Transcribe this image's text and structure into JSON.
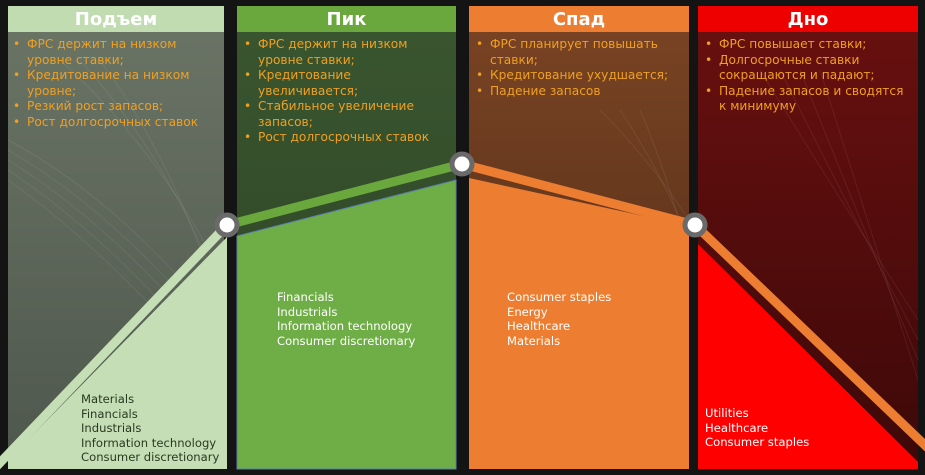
{
  "phases": [
    {
      "title": "Подъем",
      "bullets": [
        "ФРС держит на низком уровне ставки;",
        "Кредитование на низком уровне;",
        "Резкий рост запасов;",
        "Рост долгосрочных ставок"
      ],
      "sectors": [
        "Materials",
        "Financials",
        "Industrials",
        "Information technology",
        "Consumer discretionary"
      ]
    },
    {
      "title": "Пик",
      "bullets": [
        "ФРС держит на низком уровне ставки;",
        "Кредитование увеличивается;",
        "Стабильное увеличение запасов;",
        "Рост долгосрочных ставок"
      ],
      "sectors": [
        "Financials",
        "Industrials",
        "Information technology",
        "Consumer discretionary"
      ]
    },
    {
      "title": "Спад",
      "bullets": [
        "ФРС планирует повышать ставки;",
        "Кредитование ухудшается;",
        "Падение запасов"
      ],
      "sectors": [
        "Consumer staples",
        "Energy",
        "Healthcare",
        "Materials"
      ]
    },
    {
      "title": "Дно",
      "bullets": [
        "ФРС повышает ставки;",
        "Долгосрочные ставки сокращаются и падают;",
        "Падение запасов и сводятся к минимуму"
      ],
      "sectors": [
        "Utilities",
        "Healthcare",
        "Consumer staples"
      ]
    }
  ],
  "colors": {
    "background": "#141414",
    "bullet_text": "#f0a020",
    "phase1_header": "#c2dcb2",
    "phase1_panel": "#5e6a5a",
    "phase1_area": "#c5deb5",
    "phase2_header": "#6aa83e",
    "phase2_panel": "#34502a",
    "phase2_area": "#6fae46",
    "phase3_header": "#ed7d31",
    "phase3_panel": "#6a3a1e",
    "phase3_area": "#ed7d31",
    "phase4_header": "#ee0000",
    "phase4_panel": "#5c0c0c",
    "phase4_area": "#ff0000"
  }
}
